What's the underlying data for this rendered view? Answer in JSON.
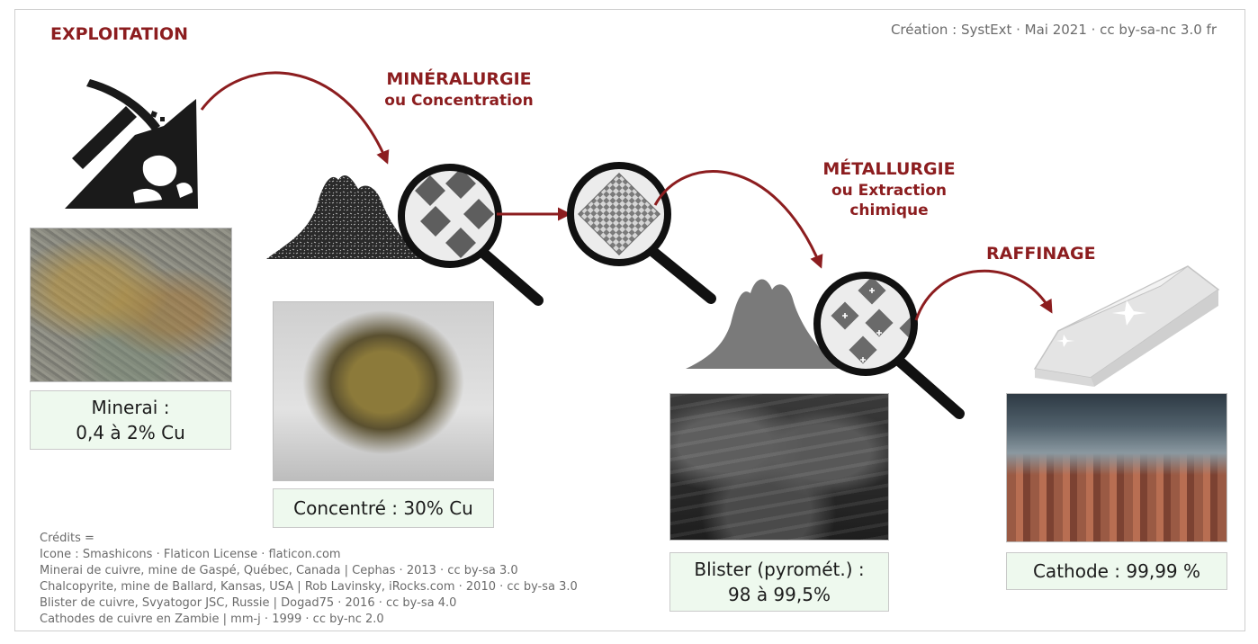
{
  "header": {
    "creation": "Création : SystExt · Mai 2021 · cc by-sa-nc 3.0 fr"
  },
  "stages": {
    "exploitation": "EXPLOITATION",
    "mineralurgie_line1": "MINÉRALURGIE",
    "mineralurgie_line2": "ou Concentration",
    "metallurgie_line1": "MÉTALLURGIE",
    "metallurgie_line2": "ou Extraction",
    "metallurgie_line3": "chimique",
    "raffinage": "RAFFINAGE"
  },
  "products": {
    "minerai_line1": "Minerai :",
    "minerai_line2": "0,4 à 2% Cu",
    "concentre": "Concentré : 30% Cu",
    "blister_line1": "Blister (pyromét.) :",
    "blister_line2": "98 à 99,5%",
    "cathode": "Cathode : 99,99 %"
  },
  "credits": {
    "title": "Crédits =",
    "lines": [
      "Icone : Smashicons · Flaticon License · flaticon.com",
      "Minerai de cuivre, mine de Gaspé, Québec, Canada | Cephas · 2013 · cc by-sa 3.0",
      "Chalcopyrite, mine de Ballard, Kansas, USA  | Rob Lavinsky, iRocks.com · 2010 · cc by-sa 3.0",
      "Blister de cuivre, Svyatogor JSC, Russie | Dogad75 · 2016 · cc by-sa 4.0",
      "Cathodes de cuivre en Zambie | mm-j · 1999 · cc by-nc 2.0"
    ]
  },
  "icons": [
    "pickaxe-rock-icon",
    "ore-pile-icon",
    "magnifier-icon",
    "gem-crystal-icon",
    "copper-ingot-icon",
    "curved-arrow-icon"
  ],
  "colors": {
    "accent": "#8c1d1f",
    "label_bg": "#eef9ee",
    "text_muted": "#6b6b6b",
    "icon_dark": "#1a1a1a",
    "icon_gray": "#6e6e6e"
  }
}
